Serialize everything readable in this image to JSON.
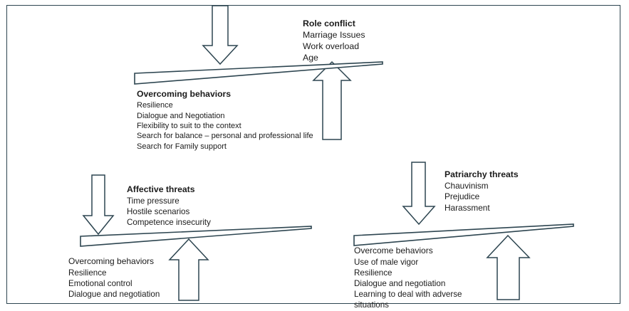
{
  "diagram": {
    "title": "Seesaw balance diagram: threats versus overcoming behaviors",
    "colors": {
      "stroke": "#2d4550",
      "text": "#1b1b1b",
      "background": "#ffffff"
    },
    "groups": [
      {
        "id": "top",
        "threats": {
          "heading": "Role conflict",
          "items": [
            "Marriage Issues",
            "Work overload",
            "Age"
          ]
        },
        "behaviors": {
          "heading": "Overcoming behaviors",
          "items": [
            "Resilience",
            "Dialogue and Negotiation",
            "Flexibility to suit to the context",
            "Search  for balance – personal and professional life",
            "Search for Family support"
          ]
        }
      },
      {
        "id": "bottom-left",
        "threats": {
          "heading": "Affective threats",
          "items": [
            "Time pressure",
            "Hostile scenarios",
            "Competence insecurity"
          ]
        },
        "behaviors": {
          "heading": "Overcoming behaviors",
          "items": [
            "Resilience",
            "Emotional control",
            "Dialogue and negotiation"
          ]
        }
      },
      {
        "id": "bottom-right",
        "threats": {
          "heading": "Patriarchy threats",
          "items": [
            "Chauvinism",
            "Prejudice",
            "Harassment"
          ]
        },
        "behaviors": {
          "heading": "Overcome behaviors",
          "items": [
            "Use of male vigor",
            "Resilience",
            "Dialogue and negotiation",
            "Learning to deal with adverse",
            "situations"
          ]
        }
      }
    ]
  }
}
